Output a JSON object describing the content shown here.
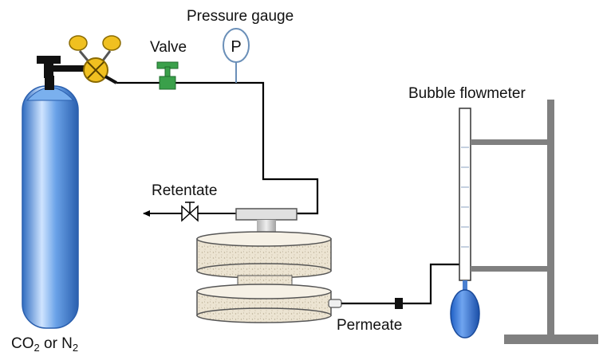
{
  "labels": {
    "pressure_gauge": "Pressure gauge",
    "gauge_symbol": "P",
    "valve": "Valve",
    "bubble_flowmeter": "Bubble flowmeter",
    "retentate": "Retentate",
    "permeate": "Permeate",
    "gas_source": {
      "co": "CO",
      "co_sub": "2",
      "or": " or N",
      "n_sub": "2"
    }
  },
  "colors": {
    "cylinder": "#4a86d6",
    "regulator": "#f0c020",
    "valve": "#3aa04a",
    "bulb": "#2a6ed0",
    "stand": "#808080",
    "cell_body": "#ece6d6",
    "line": "#000000"
  }
}
